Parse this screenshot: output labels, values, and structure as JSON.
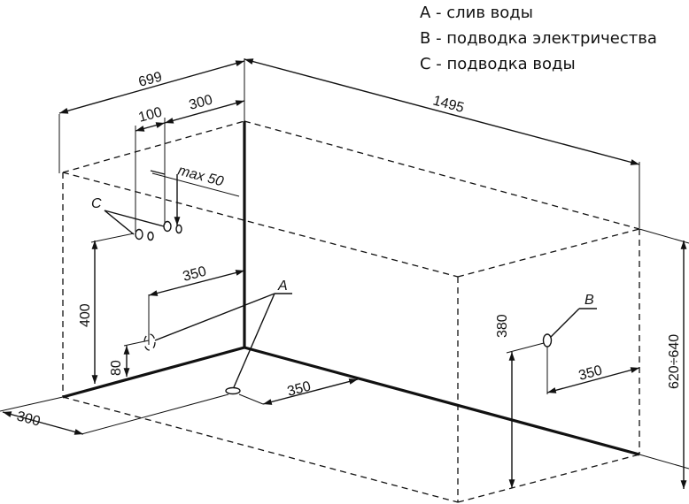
{
  "legend": {
    "a": "А - слив воды",
    "b": "В - подводка электричества",
    "c": "С - подводка воды"
  },
  "dimensions": {
    "d699": "699",
    "d300_top": "300",
    "d100": "100",
    "d1495": "1495",
    "max50": "max 50",
    "d350_mid": "350",
    "d400": "400",
    "d80": "80",
    "d350_floor": "350",
    "d300_bottom": "300",
    "d380": "380",
    "d350_right": "350",
    "height_range": "620÷640"
  },
  "markers": {
    "a": "A",
    "b": "B",
    "c": "C"
  }
}
